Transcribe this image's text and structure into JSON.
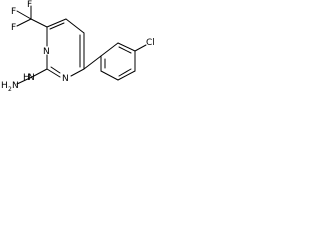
{
  "molecule": {
    "labels": {
      "fluorine": "F",
      "nitrogen": "N",
      "chlorine": "Cl",
      "hydrazine_hydrogen": "H",
      "hydrazine_nitrogen": "N",
      "hydrazine_hydrogen_count": "2",
      "hydrazine_nh": "H",
      "hydrazine_n": "N"
    }
  }
}
